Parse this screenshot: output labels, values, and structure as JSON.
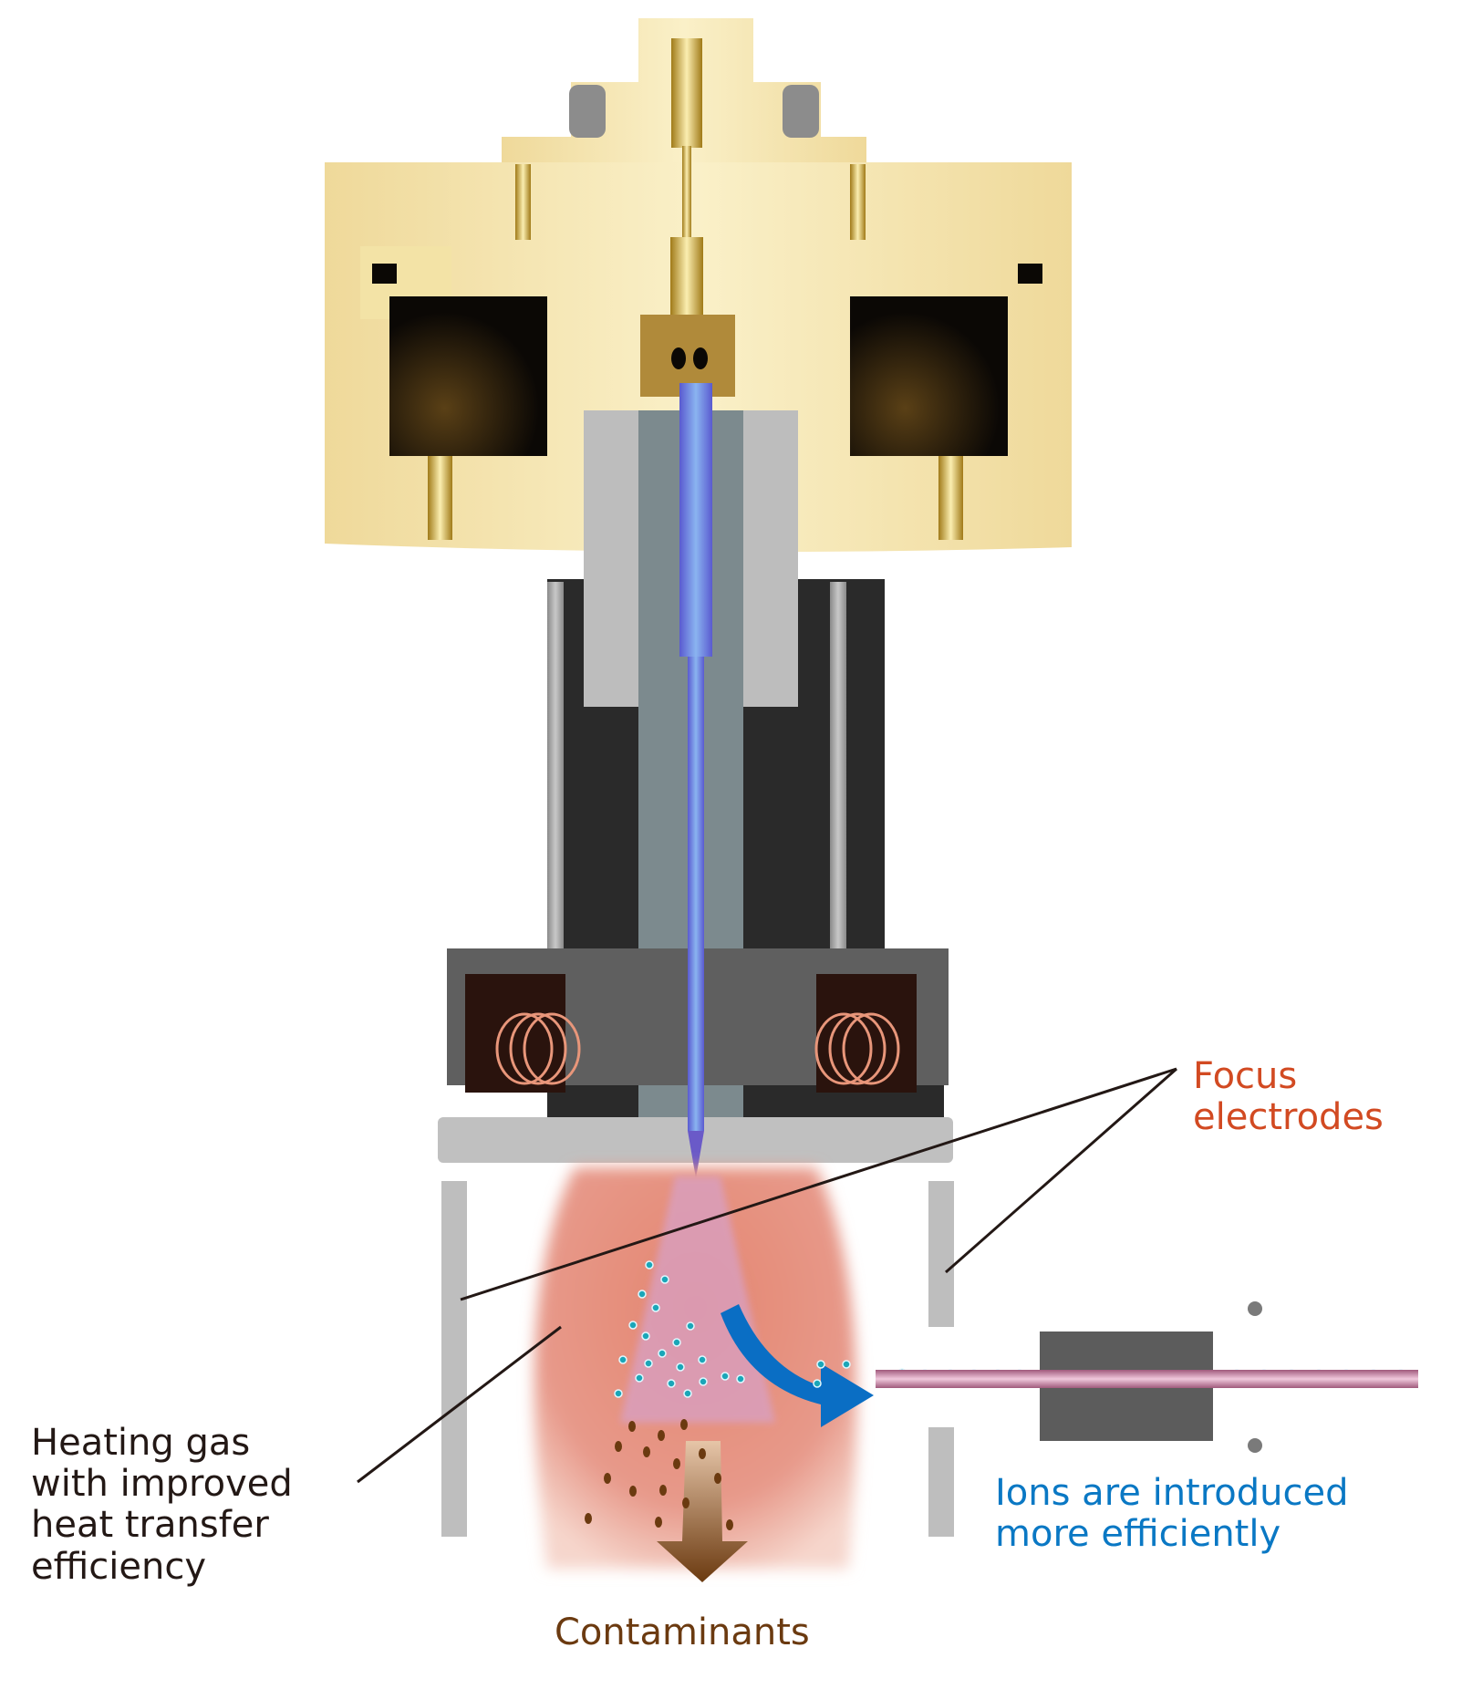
{
  "figure": {
    "subject": "ion source cross-section with heating gas, focus electrodes and ion introduction capillary"
  },
  "labels": {
    "focus_electrodes": [
      "Focus",
      "electrodes"
    ],
    "heating_gas": [
      "Heating gas",
      "with improved",
      "heat transfer",
      "efficiency"
    ],
    "ions_introduced": [
      "Ions are introduced",
      "more efficiently"
    ],
    "contaminants": "Contaminants"
  },
  "colors": {
    "focus_label": "#d24a22",
    "heating_label": "#231815",
    "ions_label": "#0a78c4",
    "contaminants_label": "#6b3a10",
    "brass": "#f3e3a6",
    "steel_light": "#bdbdbd",
    "steel_dark": "#5a5a5a",
    "cavity": "#0b0805",
    "needle_blue": "#4a78d8",
    "heat_plume": "#e07b6a",
    "spray_cone": "#d8a0c4",
    "ion_dot": "#1aa6b8",
    "arrow_blue": "#0a6ec4",
    "contaminant_dot": "#6b3a10",
    "capillary": "#b56a8c",
    "coil": "#e8967a"
  }
}
